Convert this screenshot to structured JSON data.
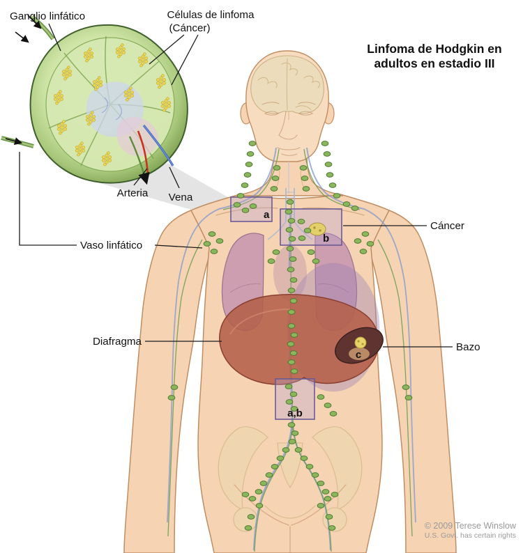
{
  "title": {
    "line1": "Linfoma de Hodgkin en",
    "line2": "adultos en estadio III"
  },
  "inset_labels": {
    "lymph_node": "Ganglio linfático",
    "lymphoma_cells_line1": "Células de linfoma",
    "lymphoma_cells_line2": "(Cáncer)",
    "artery": "Arteria",
    "vein": "Vena"
  },
  "body_labels": {
    "lymph_vessel": "Vaso linfático",
    "cancer": "Cáncer",
    "diaphragm": "Diafragma",
    "spleen": "Bazo"
  },
  "stage_markers": {
    "a": "a",
    "b": "b",
    "ab": "a,b",
    "c": "c"
  },
  "credit": {
    "line1": "© 2009 Terese Winslow",
    "line2": "U.S. Govt. has certain rights"
  },
  "colors": {
    "node_green": "#8cb65b",
    "skin": "#f5d3b3",
    "lung_mauve": "#c594ae",
    "diaphragm_red": "#b4604a",
    "spleen_dark": "#5e3330",
    "cancer_yellow": "#e8d36a",
    "highlight_box_border": "#6b5a94",
    "artery_red": "#c7331f",
    "vein_blue": "#4a71c9"
  }
}
